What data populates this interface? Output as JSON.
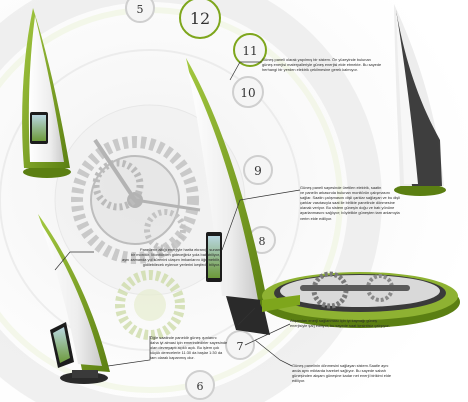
{
  "colors": {
    "accent_green": "#7ea61c",
    "dark_green": "#4f6e10",
    "light_green": "#d4e6a5",
    "panel_white": "#f4f4f4",
    "gear_gray": "#9a9a9a",
    "screen_frame": "#1c1c1c",
    "screen": "#8fb7c9",
    "annotation_line": "#333333"
  },
  "annotations": [
    {
      "name": "note-solar-panel",
      "text": "Güneş paneli olarak yapılmış bir sistem. Ön yüzeyinde bulunan\ngüneş enerjisi materyalleriyle güneş enerjisi elde etmekte. Bu sayede\nherhangi bir yerden elektrik çekilmesine gerek kalmıyor."
    },
    {
      "name": "note-electric-energy",
      "text": "Güneş paneli sayesinde üretilen elektrik, saatin\nve panelin arkasında bulunan monitörün çalışmasını\nsağlar. Saatin çalışmasını dişli çarklar sağlayan ve bu dişli\nçarklar vasıtasıyla saat ile birlikte panelinde dönmesine\nolanak veriyor. Bu sistem güneşin doğu ve batı yönüne\nayarlanmasını sağlıyor; böylelikle güneşten tam anlamıyla\nverim elde ediliyor."
    },
    {
      "name": "note-map-screen",
      "text": "Panellerin altığı enerjiyle harita ekranığı sunan\nbir monitör. Monitörden gideceğiniz yola bakabiliyor,\naynı zamanda yol sürenini ulaşım imkanlarını öğrenebilir,\ngidilebilecek eylence yerlerini keşfede biliyor."
    },
    {
      "name": "note-noon-position",
      "text": "Öğle saatinde paneldir güneş ışınlarını\ndaha iyi almasi için emerindedirler sayesinde\nolan devreyaptı açıklı açık. Bu işlem çok\nküçük derecelerle 11:30 da başlar 1:30 da\ntam olarak kapanmış olur."
    },
    {
      "name": "note-energy-storage",
      "text": "Akşamları enerji sağlanması için iyi kaynağı güneş\nenerjisiyle şarj ediliyor, bu sayede saat kesintisiz çalışıyor."
    },
    {
      "name": "note-sunset-position",
      "text": "Güneş panelinin dönmesini sağlayan sistem.Saatle aynı\nanda aynı miktarda hareket sağlıyor. Bu sayede sabah\ngüneşinden akşam güneşine kadar net enerji birikimi elde\nediliyor."
    }
  ],
  "icons": {
    "clock_numerals": [
      "5",
      "6",
      "7",
      "8",
      "9",
      "10",
      "11",
      "12"
    ]
  }
}
